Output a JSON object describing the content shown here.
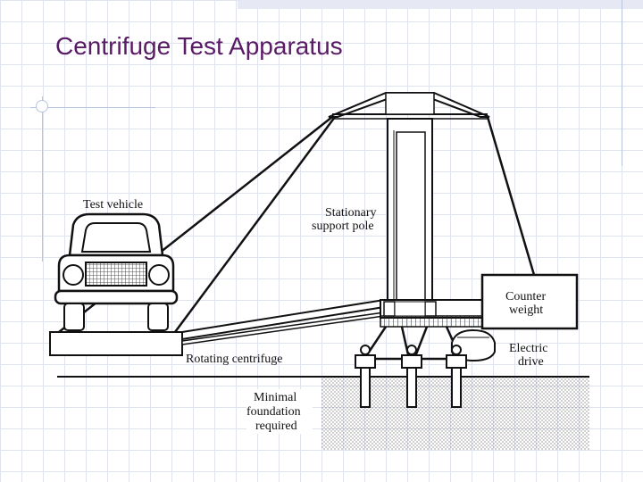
{
  "slide": {
    "title": "Centrifuge Test Apparatus"
  },
  "diagram": {
    "labels": {
      "test_vehicle": "Test vehicle",
      "stationary_support_pole_line1": "Stationary",
      "stationary_support_pole_line2": "support pole",
      "counter_weight_line1": "Counter",
      "counter_weight_line2": "weight",
      "electric_drive_line1": "Electric",
      "electric_drive_line2": "drive",
      "rotating_centrifuge": "Rotating centrifuge",
      "minimal_foundation_line1": "Minimal",
      "minimal_foundation_line2": "foundation",
      "minimal_foundation_line3": "required"
    }
  },
  "colors": {
    "title": "#5a1b66",
    "grid": "#dfe3ee",
    "accent_line": "#b9c4de"
  }
}
